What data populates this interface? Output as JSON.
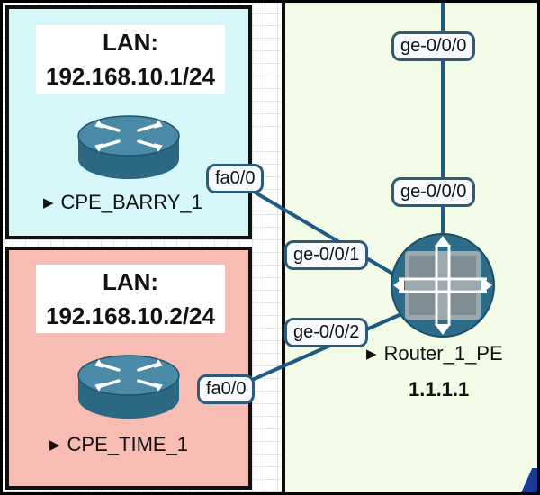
{
  "sites": [
    {
      "lan_title": "LAN:",
      "lan_subnet": "192.168.10.1/24",
      "device_name": "CPE_BARRY_1",
      "interface": "fa0/0",
      "background": "#d6f6fa"
    },
    {
      "lan_title": "LAN:",
      "lan_subnet": "192.168.10.2/24",
      "device_name": "CPE_TIME_1",
      "interface": "fa0/0",
      "background": "#f7bcb3"
    }
  ],
  "pe_router": {
    "name": "Router_1_PE",
    "loopback": "1.1.1.1",
    "interfaces": [
      "ge-0/0/1",
      "ge-0/0/2",
      "ge-0/0/0"
    ],
    "uplink_peer_interface": "ge-0/0/0",
    "region_background": "#f2fbe6"
  },
  "links": [
    {
      "from": "CPE_BARRY_1",
      "from_if": "fa0/0",
      "to": "Router_1_PE",
      "to_if": "ge-0/0/1"
    },
    {
      "from": "CPE_TIME_1",
      "from_if": "fa0/0",
      "to": "Router_1_PE",
      "to_if": "ge-0/0/2"
    },
    {
      "from": "Router_1_PE",
      "from_if": "ge-0/0/0",
      "to": "",
      "to_if": "ge-0/0/0"
    }
  ],
  "colors": {
    "link": "#1f5a85",
    "router_body": "#2f6e8b",
    "interface_border": "#2c5a78"
  },
  "icons": {
    "cpe": "cisco-router-icon",
    "pe": "juniper-router-icon",
    "expand": "triangle-right-icon"
  }
}
